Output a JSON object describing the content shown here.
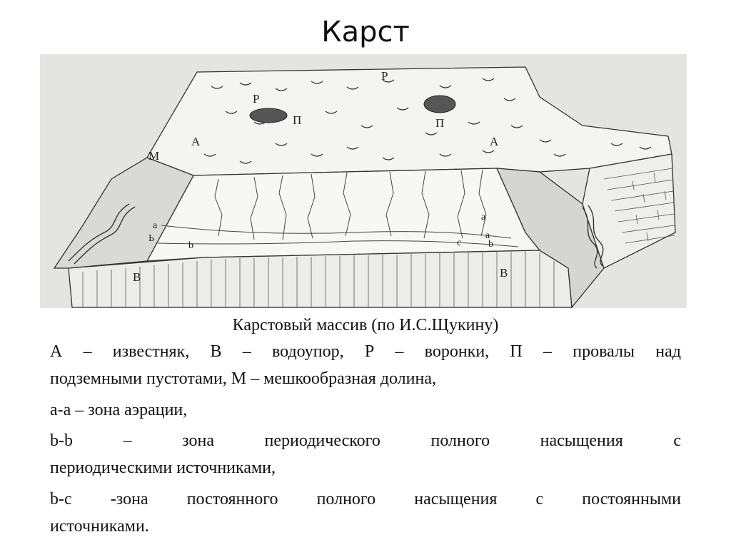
{
  "title": "Карст",
  "figure": {
    "labels": {
      "A": "А",
      "B": "В",
      "R": "Р",
      "P": "П",
      "M": "М",
      "a": "а",
      "b": "b",
      "b_cyr": "Ь",
      "c": "с"
    }
  },
  "caption": {
    "heading": "Карстовый массив (по И.С.Щукину)",
    "legend_1a": "А – известняк, В – водоупор, Р – воронки, П – провалы над",
    "legend_1b": "подземными пустотами, М – мешкообразная долина,",
    "legend_2": "а-а – зона аэрации,",
    "legend_3a": "b-b – зона периодического полного насыщения с",
    "legend_3b": "периодическими источниками,",
    "legend_4a": "b-с -зона постоянного полного насыщения с постоянными",
    "legend_4b": "источниками."
  }
}
